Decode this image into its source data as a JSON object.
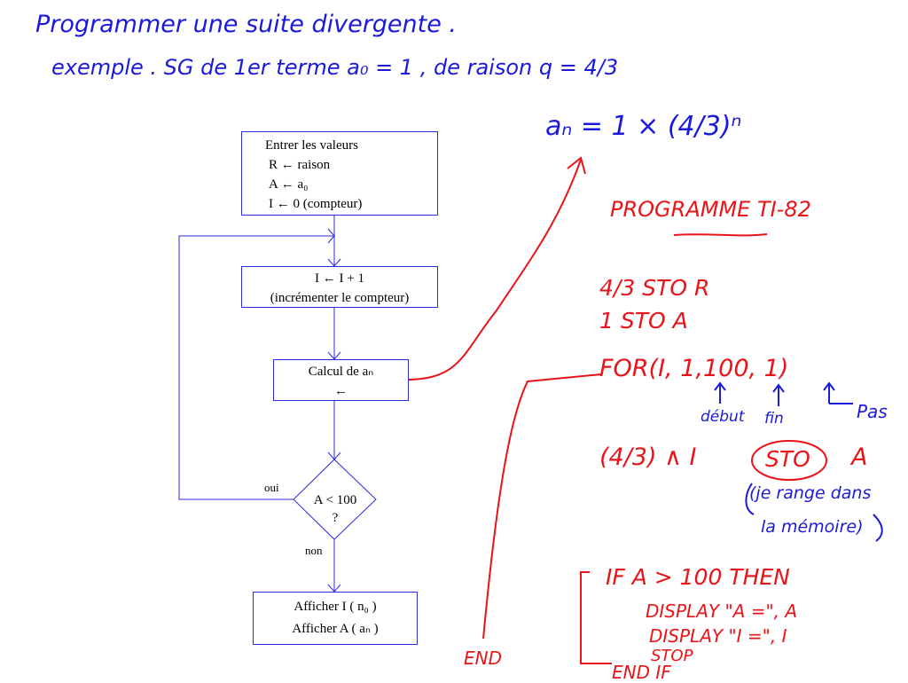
{
  "title": "Programmer une suite divergente .",
  "example": "exemple .   SG de 1er terme a₀ = 1 , de raison  q = 4/3",
  "formula": "aₙ = 1 × (4/3)ⁿ",
  "flowchart": {
    "init": [
      "Entrer les valeurs",
      "R ← raison",
      "A ← a₀",
      "I ←  0  (compteur)"
    ],
    "increment": [
      "I ← I + 1",
      "(incrémenter le compteur)"
    ],
    "calc": [
      "Calcul de  aₙ",
      "←"
    ],
    "decision": [
      "A < 100",
      "?"
    ],
    "yes": "oui",
    "no": "non",
    "output": [
      "Afficher I ( n₀ )",
      "Afficher A ( aₙ )"
    ]
  },
  "program": {
    "title": "PROGRAMME TI-82",
    "lines": [
      "4/3 STO R",
      "1  STO A",
      "FOR(I, 1,100, 1)",
      "(4/3) ∧ I",
      "STO",
      "A",
      "IF A > 100   THEN",
      "DISPLAY \"A =\", A",
      "DISPLAY \"I =\", I",
      "STOP",
      "END IF",
      "END"
    ],
    "notes": [
      "début",
      "fin",
      "Pas",
      "(je range dans",
      "la mémoire)"
    ]
  },
  "colors": {
    "blue": "#1a1adc",
    "red": "#e8141a",
    "line": "#2a2ae0"
  }
}
